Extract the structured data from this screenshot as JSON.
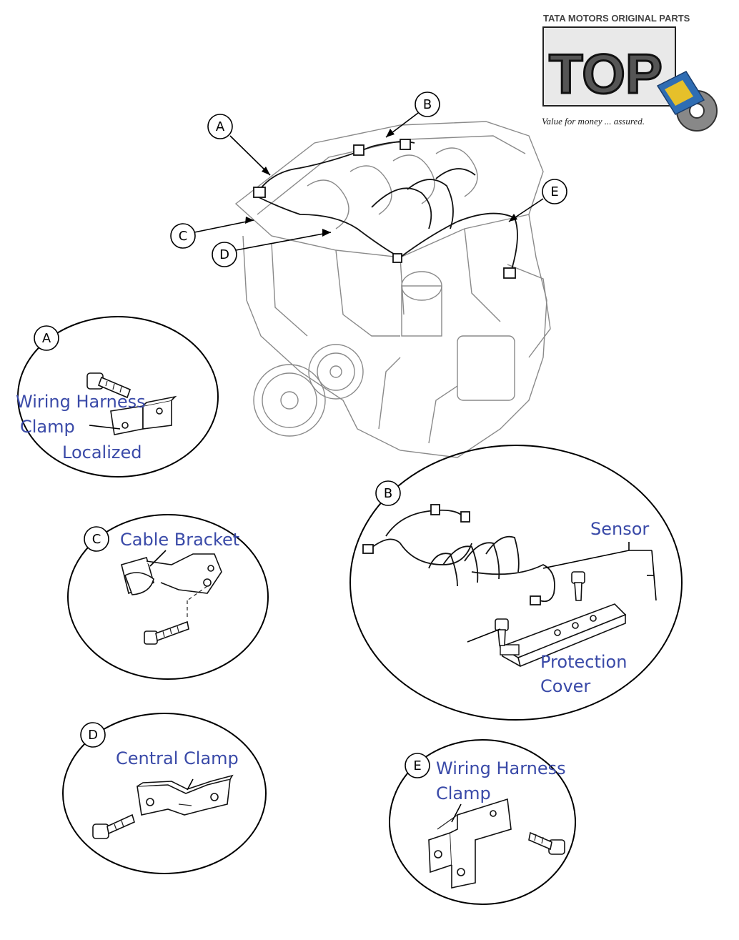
{
  "logo": {
    "brand": "TATA MOTORS ORIGINAL PARTS",
    "mark": "TOP",
    "tagline": "Value for money ... assured."
  },
  "callouts": [
    "A",
    "B",
    "C",
    "D",
    "E"
  ],
  "details": {
    "A": {
      "letter": "A",
      "label_line1": "Wiring Harness",
      "label_line2": "Clamp",
      "note": "Localized"
    },
    "B": {
      "letter": "B",
      "sensor_label": "Sensor",
      "cover_line1": "Protection",
      "cover_line2": "Cover"
    },
    "C": {
      "letter": "C",
      "label": "Cable Bracket"
    },
    "D": {
      "letter": "D",
      "label": "Central Clamp"
    },
    "E": {
      "letter": "E",
      "label_line1": "Wiring Harness",
      "label_line2": "Clamp"
    }
  },
  "colors": {
    "label": "#3a4aa8",
    "line": "#000000",
    "engine_stroke": "#8a8a8a"
  }
}
